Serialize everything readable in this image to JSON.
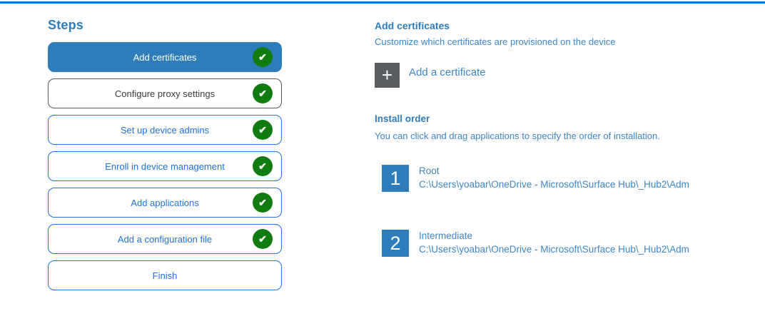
{
  "theme": {
    "topbar_color": "#0078D7",
    "active_step_blue": "#2F7CBA",
    "outline_blue": "#2272D9",
    "gray_step_border": "#595959",
    "check_green": "#107C10",
    "add_button_gray": "#595D61",
    "heading_blue": "#2E7CBA",
    "body_text_blue": "#3E86C7"
  },
  "icons": {
    "check": "✔",
    "plus": "+"
  },
  "sidebar": {
    "title": "Steps",
    "steps": [
      {
        "label": "Add certificates",
        "completed": true,
        "active": true
      },
      {
        "label": "Configure proxy settings",
        "completed": true,
        "active": false
      },
      {
        "label": "Set up device admins",
        "completed": true,
        "active": false
      },
      {
        "label": "Enroll in device management",
        "completed": true,
        "active": false
      },
      {
        "label": "Add applications",
        "completed": true,
        "active": false
      },
      {
        "label": "Add a configuration file",
        "completed": true,
        "active": false
      },
      {
        "label": "Finish",
        "completed": false,
        "active": false
      }
    ]
  },
  "main": {
    "section_title": "Add certificates",
    "section_subtitle": "Customize which certificates are provisioned on the device",
    "add_button_label": "Add a certificate",
    "install_order": {
      "title": "Install order",
      "description": "You can click and drag applications to specify the order of installation.",
      "items": [
        {
          "order": "1",
          "name": "Root",
          "path": "C:\\Users\\yoabar\\OneDrive - Microsoft\\Surface Hub\\_Hub2\\Adm"
        },
        {
          "order": "2",
          "name": "Intermediate",
          "path": "C:\\Users\\yoabar\\OneDrive - Microsoft\\Surface Hub\\_Hub2\\Adm"
        }
      ]
    }
  }
}
